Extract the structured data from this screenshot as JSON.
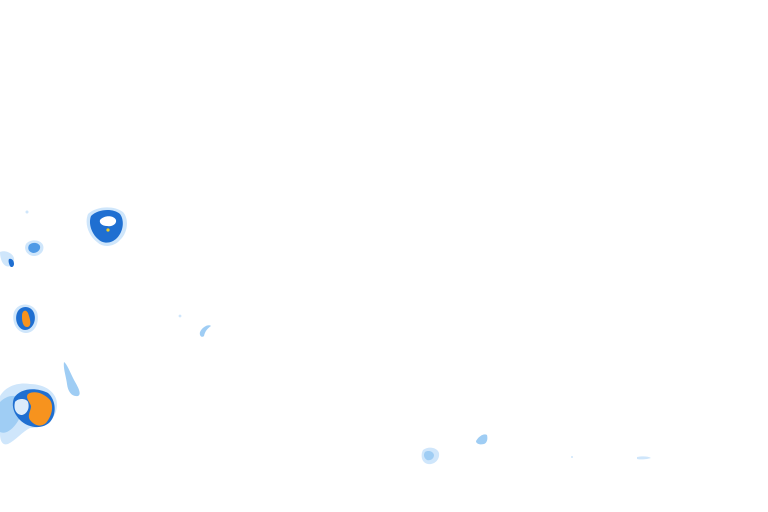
{
  "map": {
    "kind": "weather-radar-overlay",
    "colors": {
      "background": "#ffffff",
      "light": "#cfe6fb",
      "light_mid": "#9fcdf4",
      "moderate": "#4f9ae6",
      "heavy": "#1f6fd1",
      "intense": "#f7931e",
      "core": "#f5d020"
    },
    "cells": [
      {
        "id": "cell-upper-left",
        "intensity": "heavy",
        "has_core": true
      },
      {
        "id": "cell-left-small",
        "intensity": "moderate",
        "has_core": false
      },
      {
        "id": "cell-mid-left",
        "intensity": "intense",
        "has_core": false
      },
      {
        "id": "cell-lower-left",
        "intensity": "intense",
        "has_core": false
      },
      {
        "id": "cell-streak",
        "intensity": "light",
        "has_core": false
      },
      {
        "id": "cell-center-fleck",
        "intensity": "light",
        "has_core": false
      },
      {
        "id": "cell-bottom-center",
        "intensity": "light",
        "has_core": false
      },
      {
        "id": "cell-bottom-right",
        "intensity": "light",
        "has_core": false
      }
    ]
  }
}
